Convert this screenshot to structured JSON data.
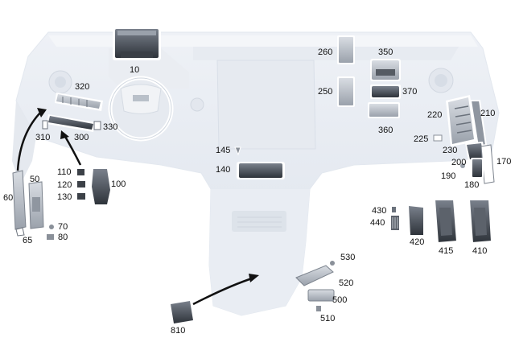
{
  "diagram": {
    "labels": {
      "l10": "10",
      "l50": "50",
      "l60": "60",
      "l65": "65",
      "l70": "70",
      "l80": "80",
      "l100": "100",
      "l110": "110",
      "l120": "120",
      "l130": "130",
      "l140": "140",
      "l145": "145",
      "l170": "170",
      "l180": "180",
      "l190": "190",
      "l200": "200",
      "l210": "210",
      "l220": "220",
      "l225": "225",
      "l230": "230",
      "l250": "250",
      "l260": "260",
      "l300": "300",
      "l310": "310",
      "l320": "320",
      "l330": "330",
      "l350": "350",
      "l360": "360",
      "l370": "370",
      "l410": "410",
      "l415": "415",
      "l420": "420",
      "l430": "430",
      "l440": "440",
      "l500": "500",
      "l510": "510",
      "l520": "520",
      "l530": "530",
      "l810": "810"
    }
  }
}
